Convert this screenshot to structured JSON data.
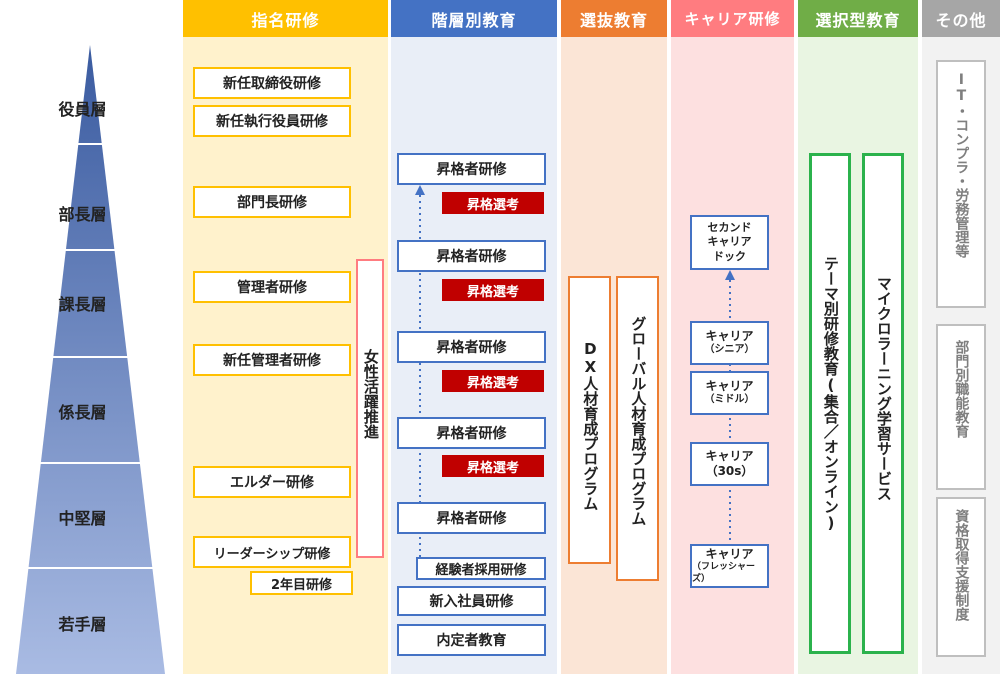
{
  "colors": {
    "shimei": "#ffc000",
    "kaiso": "#4472c4",
    "senbatsu": "#ed7d31",
    "career": "#ff7c80",
    "sentaku": "#70ad47",
    "other": "#a6a6a6",
    "pyramid": "#4a6bb0",
    "red": "#c00000"
  },
  "headers": {
    "shimei": "指名研修",
    "kaiso": "階層別教育",
    "senbatsu": "選抜教育",
    "career": "キャリア研修",
    "sentaku": "選択型教育",
    "other": "その他"
  },
  "tiers": [
    "役員層",
    "部長層",
    "課長層",
    "係長層",
    "中堅層",
    "若手層"
  ],
  "shimei": {
    "items": [
      "新任取締役研修",
      "新任執行役員研修",
      "部門長研修",
      "管理者研修",
      "新任管理者研修",
      "エルダー研修",
      "リーダーシップ研修",
      "2年目研修"
    ],
    "women": "女性活躍推進"
  },
  "kaiso": {
    "promotion": "昇格者研修",
    "selection": "昇格選考",
    "midcareer": "経験者採用研修",
    "newhire": "新入社員研修",
    "prehire": "内定者教育"
  },
  "senbatsu": {
    "dx": "DX人材育成プログラム",
    "global": "グローバル人材育成プログラム"
  },
  "career": {
    "second_a": "セカンド",
    "second_b": "キャリア",
    "second_c": "ドック",
    "career": "キャリア",
    "senior": "（シニア）",
    "middle": "（ミドル）",
    "thirties": "（30s）",
    "fresh": "（フレッシャーズ）"
  },
  "sentaku": {
    "theme": "テーマ別研修教育(集合／オンライン)",
    "micro": "マイクロラーニング学習サービス"
  },
  "other": {
    "compliance": "IT・コンプラ・労務管理等",
    "dept": "部門別職能教育",
    "license": "資格取得支援制度"
  }
}
